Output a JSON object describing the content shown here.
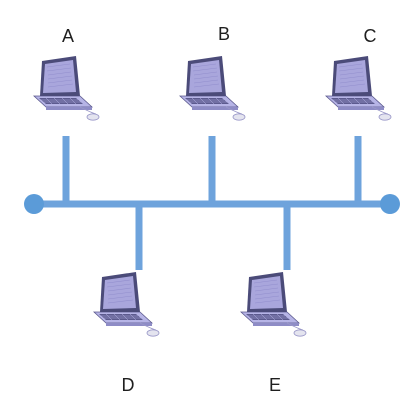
{
  "diagram": {
    "type": "bus-topology",
    "colors": {
      "bus": "#6ea3dc",
      "terminator": "#5b9bd8",
      "laptop_screen": "#a9a6dc",
      "laptop_frame": "#4b4b79",
      "laptop_base": "#b6b4e6",
      "keyboard": "#5c5a8e",
      "mouse": "#e4e4ef"
    },
    "icons": [
      "laptop-icon",
      "mouse-icon"
    ],
    "nodes": [
      {
        "id": "A",
        "label": "A"
      },
      {
        "id": "B",
        "label": "B"
      },
      {
        "id": "C",
        "label": "C"
      },
      {
        "id": "D",
        "label": "D"
      },
      {
        "id": "E",
        "label": "E"
      }
    ]
  }
}
